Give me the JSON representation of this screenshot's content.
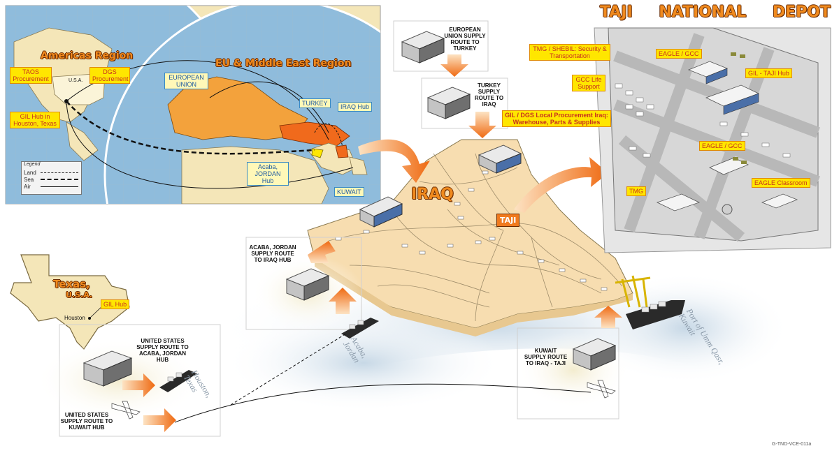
{
  "colors": {
    "map_bg": "#f4e6b8",
    "ocean": "#8fbcdc",
    "highlight": "#f3a23c",
    "label_yellow": "#ffe600",
    "accent_orange": "#f07a1e",
    "iraq": "#f7ddb0",
    "depot_bg": "#d7d7d7"
  },
  "world_map": {
    "americas_region": "Americas Region",
    "eu_me_region": "EU & Middle East Region",
    "labels": {
      "taos": "TAOS Procurement",
      "dgs": "DGS Procurement",
      "usa": "U.S.A.",
      "gil_hub": "GIL Hub in Houston, Texas",
      "european_union": "EUROPEAN UNION",
      "turkey": "TURKEY",
      "iraq_hub": "IRAQ Hub",
      "acaba": "Acaba, JORDAN Hub",
      "kuwait": "KUWAIT"
    },
    "legend": {
      "title": "Legend",
      "items": [
        "Land",
        "Sea",
        "Air"
      ]
    }
  },
  "routes": {
    "eu_turkey": "EUROPEAN UNION SUPPLY ROUTE TO TURKEY",
    "turkey_iraq": "TURKEY SUPPLY ROUTE TO IRAQ",
    "gil_dgs": "GIL / DGS Local Procurement Iraq: Warehouse, Parts & Supplies",
    "acaba_iraq": "ACABA, JORDAN SUPPLY ROUTE TO IRAQ HUB",
    "us_acaba": "UNITED STATES SUPPLY ROUTE TO ACABA, JORDAN HUB",
    "us_kuwait": "UNITED STATES SUPPLY ROUTE TO KUWAIT HUB",
    "kuwait_taji": "KUWAIT SUPPLY ROUTE TO IRAQ - TAJI"
  },
  "iraq": {
    "title": "IRAQ",
    "taji": "TAJI"
  },
  "texas": {
    "title": "Texas,",
    "subtitle": "U.S.A.",
    "gil_hub": "GIL Hub",
    "houston": "Houston"
  },
  "water_labels": {
    "acaba": "Acaba, Jordan",
    "houston": "Houston, Texas",
    "umm_qasr": "Port of Umm Qasr, Kuwait"
  },
  "depot": {
    "title_words": [
      "TAJI",
      "NATIONAL",
      "DEPOT"
    ],
    "labels": {
      "tmg_shebil": "TMG / SHEBIL: Security & Transportation",
      "eagle_gcc_1": "EAGLE / GCC",
      "gcc_life": "GCC Life Support",
      "gil_taji": "GIL - TAJI Hub",
      "eagle_gcc_2": "EAGLE / GCC",
      "tmg": "TMG",
      "eagle_class": "EAGLE Classroom"
    }
  },
  "doc_code": "G-TND-VCE-011a"
}
